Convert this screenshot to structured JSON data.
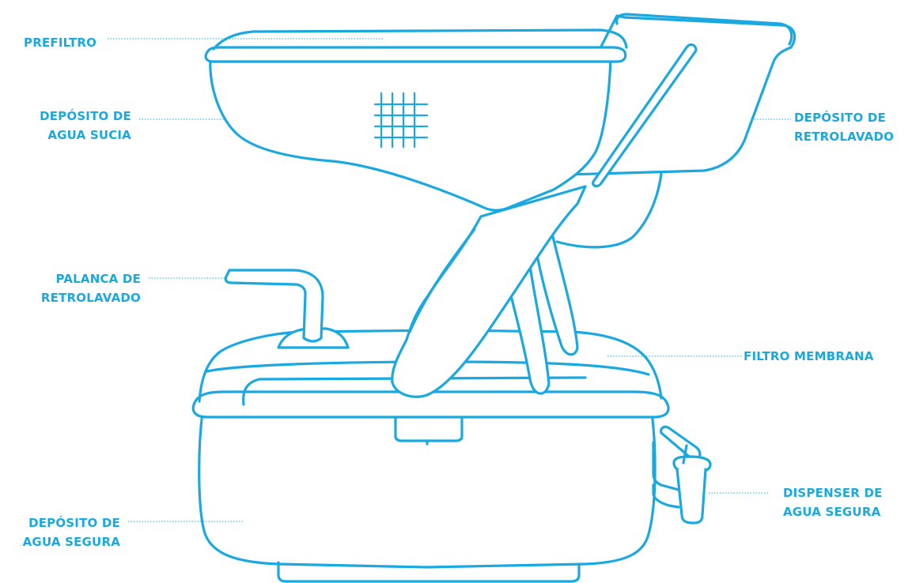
{
  "labels": {
    "prefiltro": "PREFILTRO",
    "deposito_agua_sucia": [
      "DEPÓSITO DE",
      "AGUA SUCIA"
    ],
    "deposito_retrolavado": [
      "DEPÓSITO DE",
      "RETROLAVADO"
    ],
    "palanca_retrolavado": [
      "PALANCA DE",
      "RETROLAVADO"
    ],
    "filtro_membrana": "FILTRO MEMBRANA",
    "dispenser_agua_segura": [
      "DISPENSER DE",
      "AGUA SEGURA"
    ],
    "deposito_agua_segura": [
      "DEPÓSITO DE",
      "AGUA SEGURA"
    ]
  },
  "colors": {
    "line": "#19a9e0",
    "background": "#ffffff"
  }
}
